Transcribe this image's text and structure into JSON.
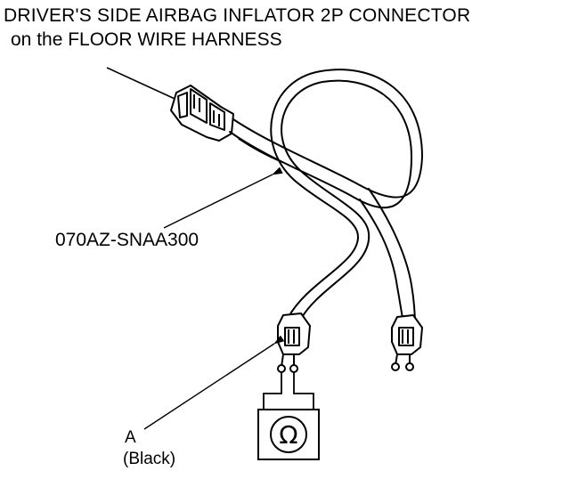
{
  "title": {
    "line1": "DRIVER'S SIDE AIRBAG INFLATOR 2P CONNECTOR",
    "line2": "on the FLOOR WIRE HARNESS"
  },
  "labels": {
    "part_number": "070AZ-SNAA300",
    "connector_letter": "A",
    "connector_color": "(Black)"
  },
  "meter": {
    "symbol": "Ω",
    "icon": "ohmmeter-icon"
  }
}
